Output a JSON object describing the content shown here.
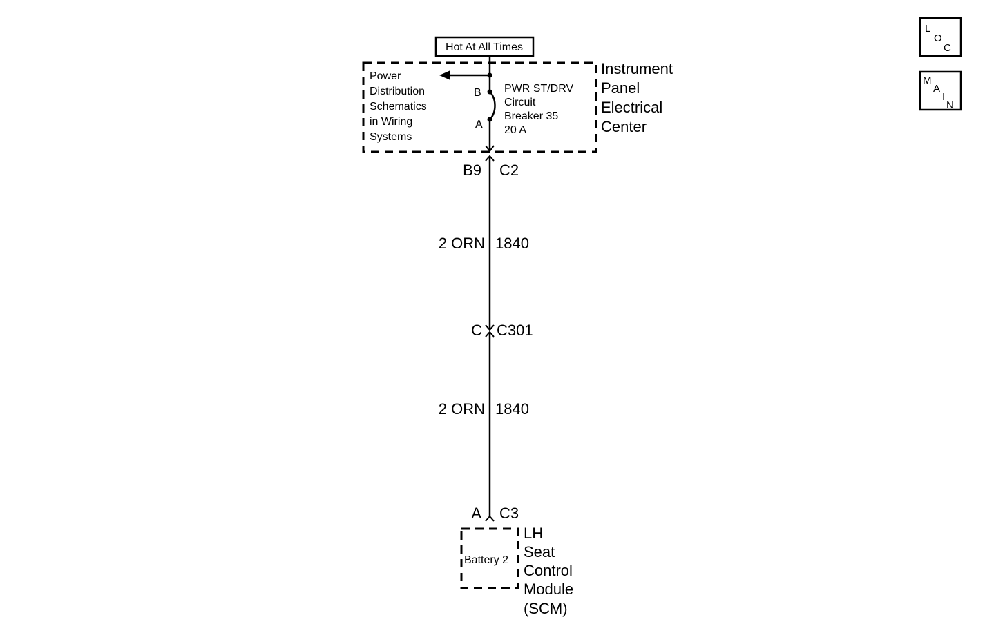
{
  "nav": {
    "loc": {
      "l1": "L",
      "l2": "O",
      "l3": "C"
    },
    "main": {
      "l1": "M",
      "l2": "A",
      "l3": "I",
      "l4": "N"
    }
  },
  "power": {
    "hot_label": "Hot At All Times"
  },
  "ipec": {
    "name_lines": [
      "Instrument",
      "Panel",
      "Electrical",
      "Center"
    ],
    "pds_lines": [
      "Power",
      "Distribution",
      "Schematics",
      "in Wiring",
      "Systems"
    ],
    "breaker_lines": [
      "PWR ST/DRV",
      "Circuit",
      "Breaker 35",
      "20 A"
    ],
    "terminal_b": "B",
    "terminal_a": "A",
    "pin": "B9",
    "connector": "C2"
  },
  "wire_1": {
    "gauge_color": "2 ORN",
    "circuit": "1840"
  },
  "inline_connector": {
    "pin": "C",
    "connector": "C301"
  },
  "wire_2": {
    "gauge_color": "2 ORN",
    "circuit": "1840"
  },
  "scm": {
    "pin": "A",
    "connector": "C3",
    "internal_label": "Battery 2",
    "name_lines": [
      "LH",
      "Seat",
      "Control",
      "Module",
      "(SCM)"
    ]
  }
}
